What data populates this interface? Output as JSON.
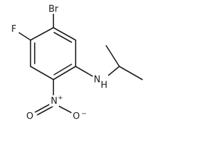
{
  "molecule": {
    "atoms": {
      "bromine": "Br",
      "fluorine": "F",
      "amine": "N",
      "amine_hydrogen": "H",
      "nitro_nitrogen": "N",
      "nitro_plus": "+",
      "nitro_oxygen": "O",
      "nitro_oxygen_anion": "O",
      "nitro_minus": "−"
    }
  }
}
